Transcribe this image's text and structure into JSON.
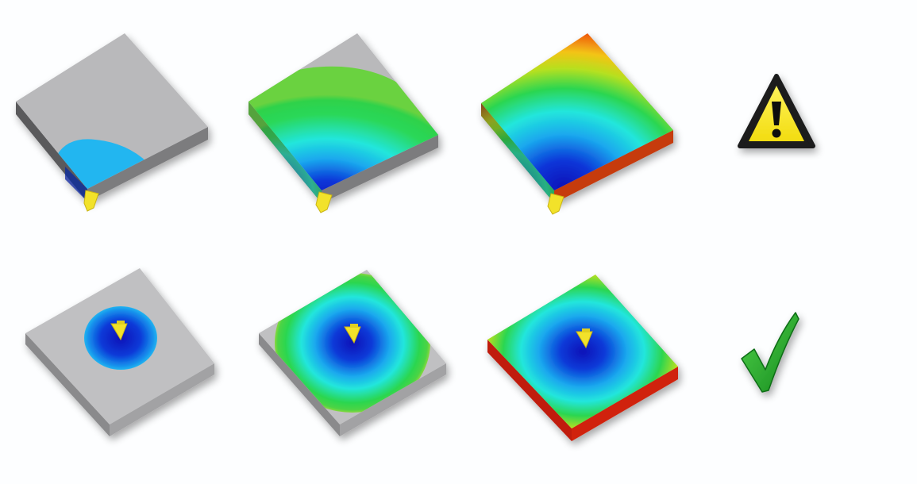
{
  "rows": [
    {
      "gate_position": "corner",
      "stages": [
        "partial",
        "half",
        "full"
      ],
      "verdict_icon": "warning-icon"
    },
    {
      "gate_position": "center",
      "stages": [
        "partial",
        "half",
        "full"
      ],
      "verdict_icon": "checkmark-icon"
    }
  ],
  "colors": {
    "plate_top": "#b9b9bb",
    "plate_side": "#8e8e90",
    "fill_scale": [
      "#0a1ac8",
      "#1aa8e8",
      "#22e6d8",
      "#22d24a",
      "#d6e418",
      "#f08a10",
      "#e01a10"
    ],
    "gate": "#f2e22a",
    "warning_fill": "#f8e81a",
    "check_fill": "#1fae2a"
  }
}
